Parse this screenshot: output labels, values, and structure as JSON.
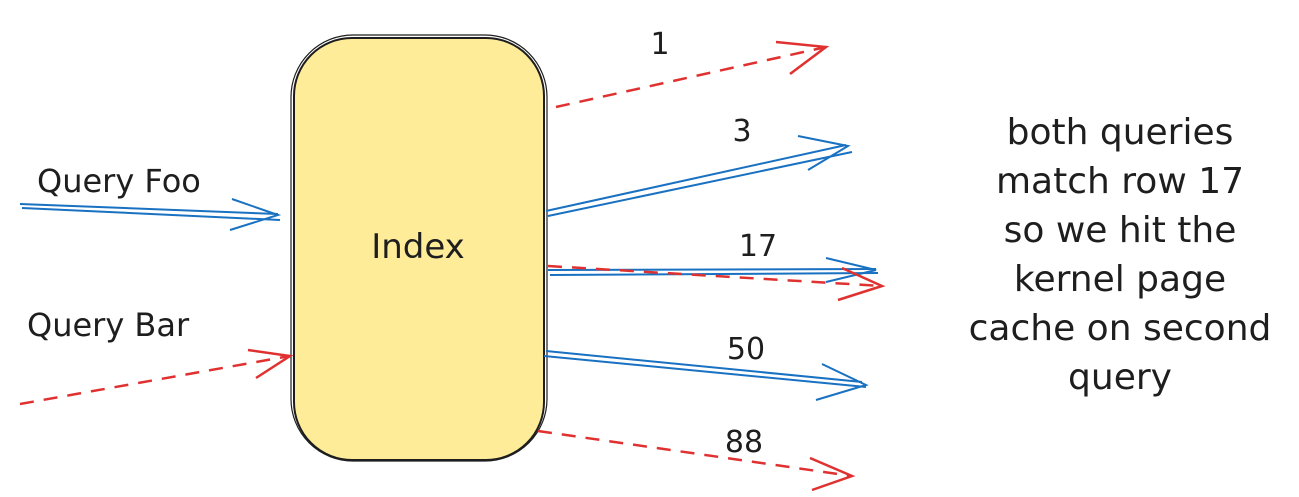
{
  "diagram": {
    "index_label": "Index",
    "inputs": [
      {
        "id": "foo",
        "label": "Query Foo"
      },
      {
        "id": "bar",
        "label": "Query Bar"
      }
    ],
    "outputs": [
      {
        "id": "r1",
        "label": "1"
      },
      {
        "id": "r3",
        "label": "3"
      },
      {
        "id": "r17",
        "label": "17"
      },
      {
        "id": "r50",
        "label": "50"
      },
      {
        "id": "r88",
        "label": "88"
      }
    ],
    "note": "both queries\nmatch row 17\nso we hit the\nkernel page\ncache on second\nquery",
    "colors": {
      "box_fill": "#ffec99",
      "box_stroke": "#1e1e1e",
      "query_foo": "#1971c2",
      "query_bar": "#e03131",
      "text": "#1e1e1e"
    }
  }
}
